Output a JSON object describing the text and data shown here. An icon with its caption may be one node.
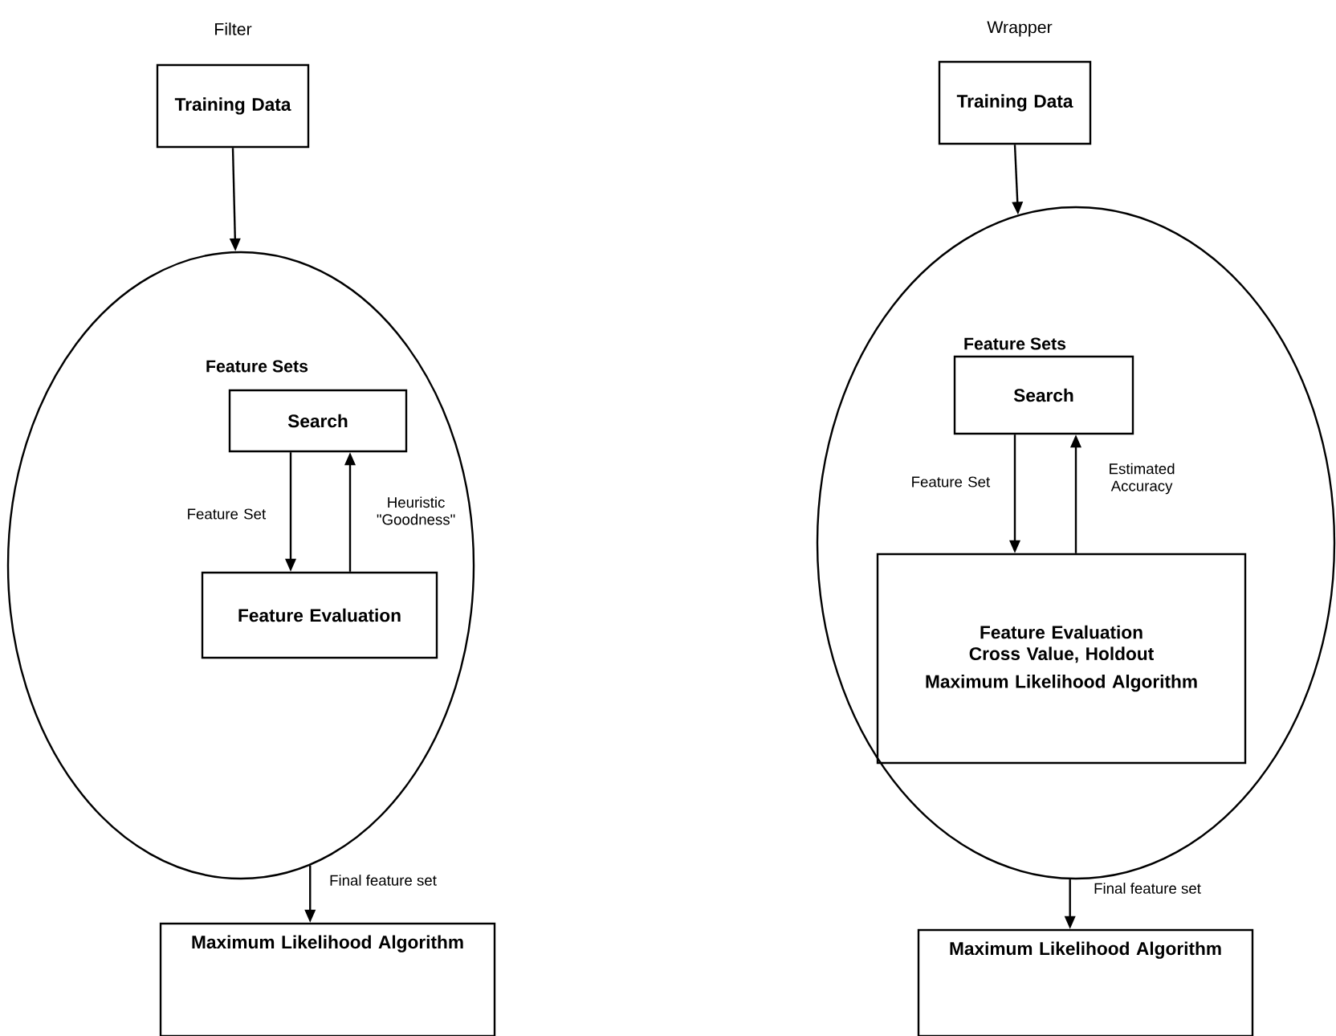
{
  "diagram": {
    "nodes": [
      {
        "text": [
          "Training Data"
        ]
      },
      {
        "text": [
          "Feature Sets"
        ]
      },
      {
        "text": [
          "Search"
        ],
        "in": 1
      },
      {
        "text": [
          "Feature Evaluation"
        ],
        "in": 1
      },
      {
        "text": [
          "Maximum Likelihood Algorithm"
        ]
      },
      {
        "text": [
          "Training Data"
        ]
      },
      {
        "text": [
          "Feature Sets"
        ]
      },
      {
        "text": [
          "Search"
        ],
        "in": 6
      },
      {
        "text": [
          "Feature Evaluation Cross Value, Holdout",
          "Maximum Likelihood Algorithm"
        ],
        "in": 6
      },
      {
        "text": [
          "Maximum Likelihood Algorithm"
        ]
      }
    ],
    "edges": [
      {
        "from": 0,
        "to": 1,
        "arrow": "to"
      },
      {
        "from": 2,
        "to": 3,
        "arrow": "to",
        "label": "Feature Set"
      },
      {
        "from": 3,
        "to": 2,
        "arrow": "to",
        "label": "Heuristic \"Goodness\""
      },
      {
        "from": 1,
        "to": 4,
        "arrow": "to",
        "label": "Final feature set"
      },
      {
        "from": 5,
        "to": 6,
        "arrow": "to"
      },
      {
        "from": 7,
        "to": 8,
        "arrow": "to",
        "label": "Feature Set"
      },
      {
        "from": 8,
        "to": 7,
        "arrow": "to",
        "label": "Estimated Accuracy"
      },
      {
        "from": 6,
        "to": 9,
        "arrow": "to",
        "label": "Final feature set"
      }
    ],
    "labels": [
      "Filter",
      "Wrapper"
    ]
  }
}
